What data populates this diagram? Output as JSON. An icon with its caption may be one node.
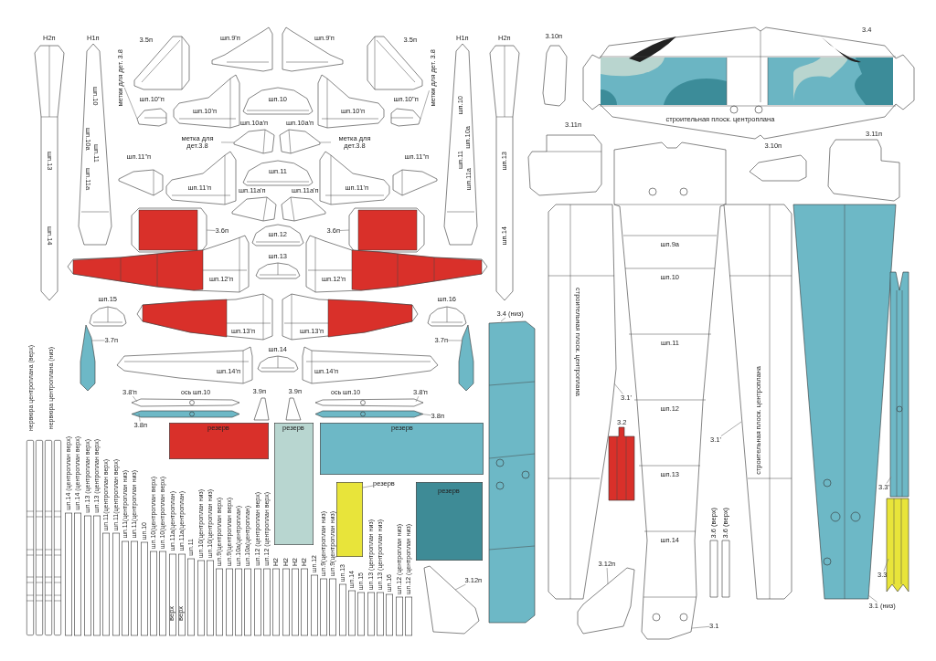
{
  "diagram": {
    "nodes": [
      {
        "text": [
          "Н2п",
          "шп.13",
          "шп.14"
        ]
      },
      {
        "text": [
          "Н1п",
          "шп.10",
          "шп.10а",
          "шп.11",
          "шп.11а"
        ]
      },
      {
        "text": [
          "3.5п"
        ]
      },
      {
        "text": [
          "шп.9'п"
        ]
      },
      {
        "text": [
          "шп.9'п"
        ]
      },
      {
        "text": [
          "3.5п"
        ]
      },
      {
        "text": [
          "Н1п",
          "шп.10",
          "шп.10а",
          "шп.11",
          "шп.11а"
        ]
      },
      {
        "text": [
          "Н2п",
          "шп.13",
          "шп.14"
        ]
      },
      {
        "text": [
          "метки для дет. 3.8"
        ]
      },
      {
        "text": [
          "шп.10\"п"
        ]
      },
      {
        "text": [
          "шп.10'п"
        ]
      },
      {
        "text": [
          "шп.10"
        ]
      },
      {
        "text": [
          "шп.10'п"
        ]
      },
      {
        "text": [
          "шп.10\"п"
        ]
      },
      {
        "text": [
          "метки для дет. 3.8"
        ]
      },
      {
        "text": [
          "метка для дет.3.8"
        ]
      },
      {
        "text": [
          "шп.10а'п"
        ]
      },
      {
        "text": [
          "шп.10а'п"
        ]
      },
      {
        "text": [
          "метка для дет.3.8"
        ]
      },
      {
        "text": [
          "шп.11\"п"
        ]
      },
      {
        "text": [
          "шп.11'п"
        ]
      },
      {
        "text": [
          "шп.11"
        ]
      },
      {
        "text": [
          "шп.11'п"
        ]
      },
      {
        "text": [
          "шп.11\"п"
        ]
      },
      {
        "text": [
          "шп.11а'п"
        ]
      },
      {
        "text": [
          "шп.11а'п"
        ]
      },
      {
        "text": [],
        "shape": "polygon"
      },
      {
        "text": [
          "3.6п"
        ]
      },
      {
        "text": [
          "шп.12"
        ]
      },
      {
        "text": [
          "3.6п"
        ]
      },
      {
        "text": [],
        "shape": "polygon"
      },
      {
        "text": [
          "шп.13"
        ]
      },
      {
        "text": [
          "шп.12'п"
        ]
      },
      {
        "text": [
          "шп.12'п"
        ]
      },
      {
        "text": [
          "шп.15"
        ]
      },
      {
        "text": [
          "шп.13'п"
        ]
      },
      {
        "text": [
          "шп.13'п"
        ]
      },
      {
        "text": [
          "шп.16"
        ]
      },
      {
        "text": [
          "3.7п"
        ]
      },
      {
        "text": [],
        "shape": "polygon"
      },
      {
        "text": [
          "3.7п"
        ]
      },
      {
        "text": [],
        "shape": "polygon"
      },
      {
        "text": [
          "шп.14"
        ]
      },
      {
        "text": [
          "шп.14'п"
        ]
      },
      {
        "text": [
          "шп.14'п"
        ]
      },
      {
        "text": [
          "3.8'п"
        ]
      },
      {
        "text": [],
        "shape": "polygon"
      },
      {
        "text": [],
        "shape": "polygon"
      },
      {
        "text": [
          "3.8п"
        ]
      },
      {
        "text": [
          "3.9п"
        ]
      },
      {
        "text": [
          "3.9п"
        ]
      },
      {
        "text": [],
        "shape": "polygon"
      },
      {
        "text": [
          "3.8'п"
        ]
      },
      {
        "text": [],
        "shape": "polygon"
      },
      {
        "text": [
          "3.8п"
        ]
      },
      {
        "text": [
          "резерв"
        ]
      },
      {
        "text": [
          "резерв"
        ]
      },
      {
        "text": [
          "резерв"
        ]
      },
      {
        "text": [],
        "shape": "box"
      },
      {
        "text": [
          "резерв"
        ]
      },
      {
        "text": [
          "резерв"
        ]
      },
      {
        "text": [],
        "shape": "polygon"
      },
      {
        "text": [
          "3.12п"
        ]
      },
      {
        "text": [],
        "shape": "bar"
      },
      {
        "text": [],
        "shape": "bar"
      },
      {
        "text": [],
        "shape": "bar"
      },
      {
        "text": [],
        "shape": "bar"
      },
      {
        "text": [
          "шп.14 (центроплан верх)"
        ]
      },
      {
        "text": [
          "шп.14 (центроплан верх)"
        ]
      },
      {
        "text": [
          "шп.13 (центроплан верх)"
        ]
      },
      {
        "text": [
          "шп.13 (центроплан верх)"
        ]
      },
      {
        "text": [
          "шп.11(центроплан верх)"
        ]
      },
      {
        "text": [
          "шп.11(центроплан верх)"
        ]
      },
      {
        "text": [
          "шп.11(центроплан низ)"
        ]
      },
      {
        "text": [
          "шп.11(центроплан низ)"
        ]
      },
      {
        "text": [
          "шп.10"
        ]
      },
      {
        "text": [
          "шп.10(центроплан верх)"
        ]
      },
      {
        "text": [
          "шп.10(центроплан верх)"
        ]
      },
      {
        "text": [
          "шп.11а(центроплан)",
          "верх"
        ]
      },
      {
        "text": [
          "шп.11а(центроплан)",
          "верх"
        ]
      },
      {
        "text": [
          "шп.11"
        ]
      },
      {
        "text": [
          "шп.10(центроплан низ)"
        ]
      },
      {
        "text": [
          "шп.10(центроплан низ)"
        ]
      },
      {
        "text": [
          "шп.9(центроплан верх)"
        ]
      },
      {
        "text": [
          "шп.9(центроплан верх)"
        ]
      },
      {
        "text": [
          "шп.10а(центроплан)"
        ]
      },
      {
        "text": [
          "шп.10а(центроплан)"
        ]
      },
      {
        "text": [
          "шп.12 (центроплан верх)"
        ]
      },
      {
        "text": [
          "шп.12 (центроплан верх)"
        ]
      },
      {
        "text": [
          "Н2"
        ]
      },
      {
        "text": [
          "Н2"
        ]
      },
      {
        "text": [
          "Н2"
        ]
      },
      {
        "text": [
          "Н2"
        ]
      },
      {
        "text": [
          "шп.12"
        ]
      },
      {
        "text": [
          "шп.9(центроплан низ)"
        ]
      },
      {
        "text": [
          "шп.9(центроплан низ)"
        ]
      },
      {
        "text": [
          "шп.13"
        ]
      },
      {
        "text": [
          "шп.14"
        ]
      },
      {
        "text": [
          "шп.15"
        ]
      },
      {
        "text": [
          "шп.13 (центроплан низ)"
        ]
      },
      {
        "text": [
          "шп.13 (центроплан низ)"
        ]
      },
      {
        "text": [
          "шп.16"
        ]
      },
      {
        "text": [
          "шп.12 (центроплан низ)"
        ]
      },
      {
        "text": [
          "шп.12 (центроплан низ)"
        ]
      },
      {
        "text": [
          "3.10п"
        ]
      },
      {
        "text": [
          "3.4",
          "строительная плоск. центроплана"
        ]
      },
      {
        "text": [
          "3.11п"
        ]
      },
      {
        "text": [
          "3.10п"
        ]
      },
      {
        "text": [
          "3.11п"
        ]
      },
      {
        "text": [
          "шп.9а",
          "шп.10",
          "шп.11",
          "шп.12",
          "шп.13",
          "шп.14"
        ]
      },
      {
        "text": [
          "3.1"
        ]
      },
      {
        "text": [
          "строительная плоск. центроплана"
        ]
      },
      {
        "text": [
          "3.1'"
        ]
      },
      {
        "text": [
          "строительная плоск. центроплана"
        ]
      },
      {
        "text": [
          "3.1'"
        ]
      },
      {
        "text": [
          "3.4 (низ)"
        ]
      },
      {
        "text": [],
        "shape": "polygon"
      },
      {
        "text": [
          "3.2"
        ]
      },
      {
        "text": [
          "3.6 (верх)"
        ]
      },
      {
        "text": [
          "3.6 (верх)"
        ]
      },
      {
        "text": [],
        "shape": "polygon"
      },
      {
        "text": [
          "3.12п"
        ]
      },
      {
        "text": [],
        "shape": "polygon"
      },
      {
        "text": [
          "3.1 (низ)"
        ]
      },
      {
        "text": [],
        "shape": "polygon"
      },
      {
        "text": [
          "3.3'"
        ]
      },
      {
        "text": [],
        "shape": "polygon"
      },
      {
        "text": [
          "3.3"
        ]
      }
    ],
    "edges": [
      {
        "from": 8,
        "to": 9,
        "arrow": "none"
      },
      {
        "from": 14,
        "to": 13,
        "arrow": "none"
      },
      {
        "from": 15,
        "to": 16,
        "arrow": "none"
      },
      {
        "from": 18,
        "to": 17,
        "arrow": "none"
      },
      {
        "from": 27,
        "to": 26,
        "arrow": "none"
      },
      {
        "from": 29,
        "to": 30,
        "arrow": "none"
      },
      {
        "from": 38,
        "to": 39,
        "arrow": "none"
      },
      {
        "from": 40,
        "to": 41,
        "arrow": "none"
      },
      {
        "from": 45,
        "to": 46,
        "arrow": "none"
      },
      {
        "from": 48,
        "to": 47,
        "arrow": "none"
      },
      {
        "from": 52,
        "to": 51,
        "arrow": "none"
      },
      {
        "from": 54,
        "to": 53,
        "arrow": "none"
      },
      {
        "from": 59,
        "to": 58,
        "arrow": "none"
      },
      {
        "from": 62,
        "to": 61,
        "arrow": "none"
      },
      {
        "from": 110,
        "to": 109,
        "arrow": "none"
      },
      {
        "from": 112,
        "to": 111,
        "arrow": "none"
      },
      {
        "from": 114,
        "to": 113,
        "arrow": "none"
      },
      {
        "from": 115,
        "to": 116,
        "arrow": "none"
      },
      {
        "from": 121,
        "to": 120,
        "arrow": "none"
      },
      {
        "from": 123,
        "to": 122,
        "arrow": "none"
      },
      {
        "from": 125,
        "to": 124,
        "arrow": "none"
      },
      {
        "from": 127,
        "to": 126,
        "arrow": "none"
      }
    ],
    "labels": [
      "нервюра центроплана (верх)",
      "нервюра центроплана (низ)",
      "ось шп.10",
      "ось шп.10"
    ]
  }
}
